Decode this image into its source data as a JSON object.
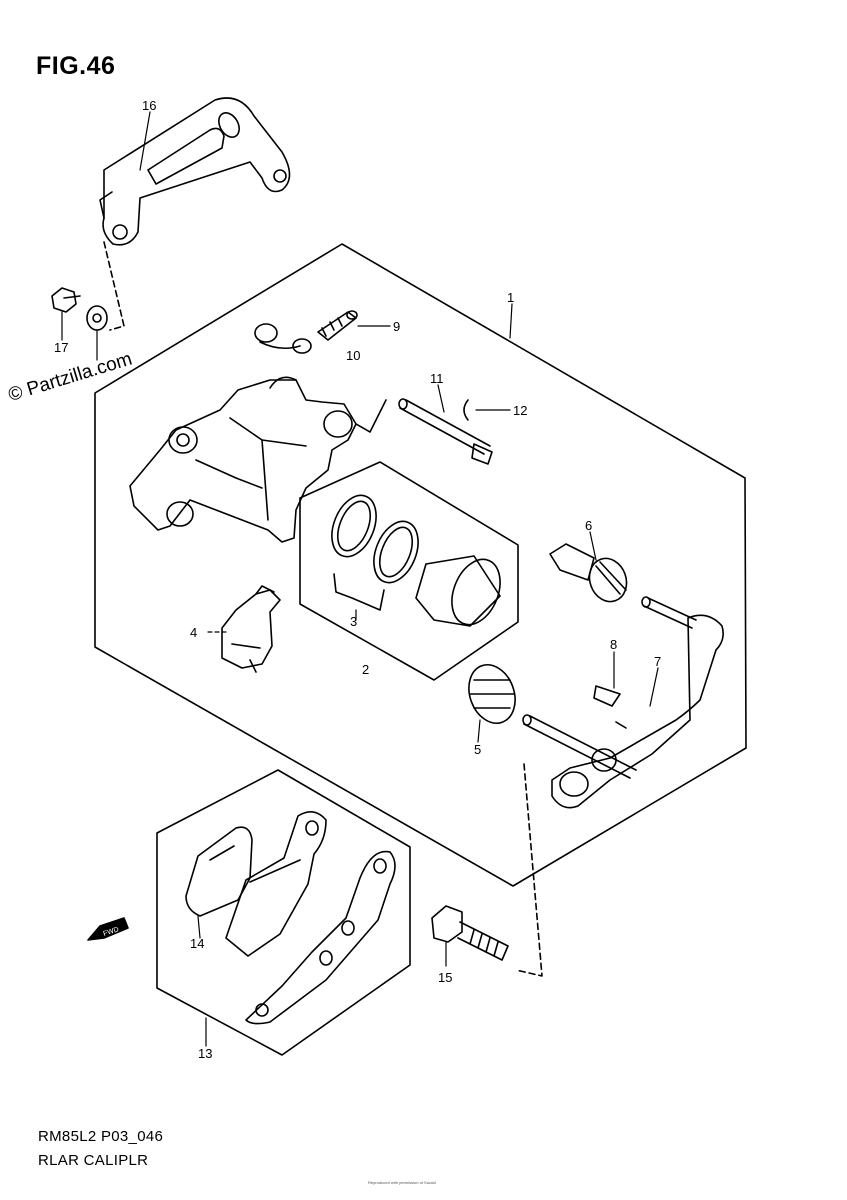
{
  "figure": {
    "title": "FIG.46",
    "code": "RM85L2 P03_046",
    "name": "RLAR CALIPLR"
  },
  "watermark": "© Partzilla.com",
  "fine_print": "Reproduced with permission of Suzuki",
  "fwd_label": "FWD",
  "callouts": [
    {
      "id": "16",
      "text": "16"
    },
    {
      "id": "17",
      "text": "17"
    },
    {
      "id": "1",
      "text": "1"
    },
    {
      "id": "9",
      "text": "9"
    },
    {
      "id": "10",
      "text": "10"
    },
    {
      "id": "11",
      "text": "11"
    },
    {
      "id": "12",
      "text": "12"
    },
    {
      "id": "6",
      "text": "6"
    },
    {
      "id": "3",
      "text": "3"
    },
    {
      "id": "4",
      "text": "4"
    },
    {
      "id": "2",
      "text": "2"
    },
    {
      "id": "8",
      "text": "8"
    },
    {
      "id": "7",
      "text": "7"
    },
    {
      "id": "5",
      "text": "5"
    },
    {
      "id": "14",
      "text": "14"
    },
    {
      "id": "15",
      "text": "15"
    },
    {
      "id": "13",
      "text": "13"
    }
  ]
}
